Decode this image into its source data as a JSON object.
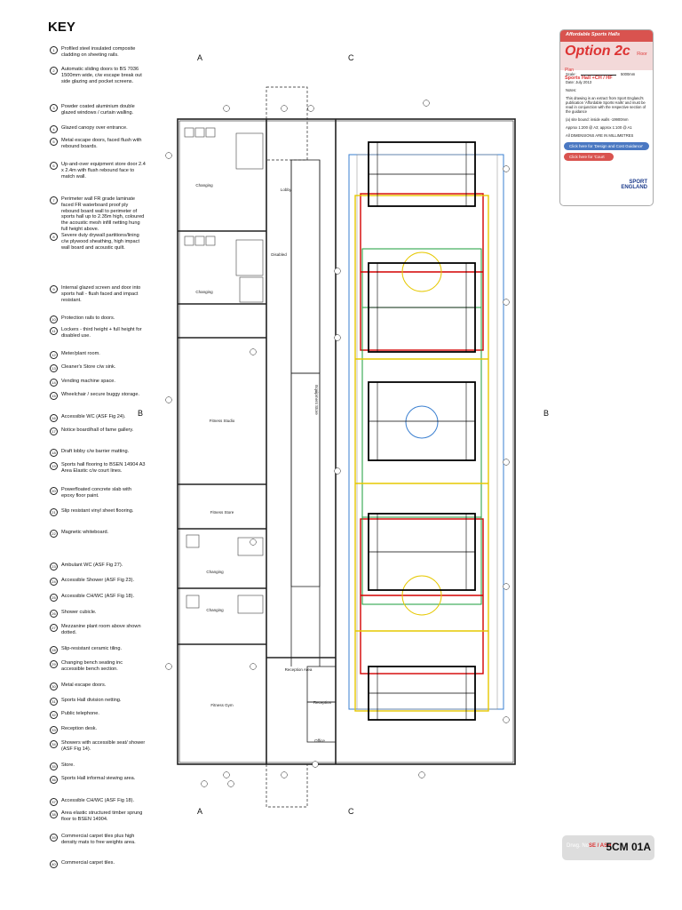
{
  "key": {
    "title": "KEY",
    "items": [
      {
        "n": "1",
        "text": "Profiled steel insulated composite cladding on sheeting rails."
      },
      {
        "n": "2",
        "text": "Automatic sliding doors to BS 7036 1500mm wide, c/w escape break out side glazing and pocket screens."
      },
      {
        "n": "3",
        "text": "Powder coated aluminium double glazed windows / curtain walling."
      },
      {
        "n": "4",
        "text": "Glazed canopy over entrance."
      },
      {
        "n": "5",
        "text": "Metal escape doors, faced flush with rebound boards."
      },
      {
        "n": "6",
        "text": "Up-and-over equipment store door 2.4 x 2.4m with flush rebound face to match wall."
      },
      {
        "n": "7",
        "text": "Perimeter wall FR grade laminate faced FR waterboard proof ply rebound board wall to perimeter of sports hall up to 2.35m high, coloured the acoustic mesh infill netting hung full height above."
      },
      {
        "n": "8",
        "text": "Severe duty drywall partitions/lining c/w plywood sheathing, high impact wall board and acoustic quilt."
      },
      {
        "n": "9",
        "text": "Internal glazed screen and door into sports hall - flush faced and impact resistant."
      },
      {
        "n": "10",
        "text": "Protection rails to doors."
      },
      {
        "n": "11",
        "text": "Lockers - third height + full height for disabled use."
      },
      {
        "n": "12",
        "text": "Meter/plant room."
      },
      {
        "n": "13",
        "text": "Cleaner's Store c/w sink."
      },
      {
        "n": "14",
        "text": "Vending machine space."
      },
      {
        "n": "15",
        "text": "Wheelchair / secure buggy storage."
      },
      {
        "n": "16",
        "text": "Accessible WC (ASF Fig 24)."
      },
      {
        "n": "17",
        "text": "Notice board/hall of fame gallery."
      },
      {
        "n": "18",
        "text": "Draft lobby c/w barrier matting."
      },
      {
        "n": "19",
        "text": "Sports hall flooring to BSEN 14904 A3 Area Elastic c/w court lines."
      },
      {
        "n": "20",
        "text": "Powerfloated concrete slab with epoxy floor paint."
      },
      {
        "n": "21",
        "text": "Slip resistant vinyl sheet flooring."
      },
      {
        "n": "22",
        "text": "Magnetic whiteboard."
      },
      {
        "n": "23",
        "text": "Ambulant WC (ASF Fig 27)."
      },
      {
        "n": "24",
        "text": "Accessible Shower (ASF Fig 23)."
      },
      {
        "n": "25",
        "text": "Accessible CH/WC (ASF Fig 18)."
      },
      {
        "n": "26",
        "text": "Shower cubicle."
      },
      {
        "n": "27",
        "text": "Mezzanine plant room above shown dotted."
      },
      {
        "n": "28",
        "text": "Slip-resistant ceramic tiling."
      },
      {
        "n": "29",
        "text": "Changing bench seating inc accessible bench section."
      },
      {
        "n": "30",
        "text": "Metal escape doors."
      },
      {
        "n": "31",
        "text": "Sports Hall division netting."
      },
      {
        "n": "32",
        "text": "Public telephone."
      },
      {
        "n": "33",
        "text": "Reception desk."
      },
      {
        "n": "34",
        "text": "Showers with accessible seat/ shower (ASF Fig 14)."
      },
      {
        "n": "35",
        "text": "Store."
      },
      {
        "n": "36",
        "text": "Sports Hall informal viewing area."
      },
      {
        "n": "37",
        "text": "Accessible CH/WC (ASF Fig 18)."
      },
      {
        "n": "38",
        "text": "Area elastic structured timber sprung floor to BSEN 14904."
      },
      {
        "n": "39",
        "text": "Commercial carpet tiles plus high density mats to free weights area."
      },
      {
        "n": "40",
        "text": "Commercial carpet tiles."
      }
    ]
  },
  "plan": {
    "rooms": {
      "changing_top": "Changing",
      "changing_mid": "Changing",
      "fitness_studio": "Fitness Studio",
      "fitness_store": "Fitness Store",
      "changing_a": "Changing",
      "changing_b": "Changing",
      "fitness_gym": "Fitness Gym",
      "reception_area": "Reception Area",
      "reception": "Reception",
      "office": "Office",
      "equipment_store": "Equipment Store",
      "lobby": "Lobby",
      "disabled": "Disabled"
    },
    "sections": {
      "a_top": "A",
      "a_bottom": "A",
      "c_top": "C",
      "c_bottom": "C",
      "b_left": "B",
      "b_right": "B"
    },
    "court_colors": {
      "badminton": "#000000",
      "basketball": "#d40000",
      "volleyball": "#e6c800",
      "netball": "#1a9e3a",
      "five_a_side": "#3a7fd0",
      "outline": "#888888"
    }
  },
  "title_block": {
    "banner": "Affordable Sports Halls",
    "option": "Option 2c",
    "floor_plan": "Floor Plan",
    "subtitle": "Sports Hall +CH / HF",
    "scale_label": "Scale:",
    "scale_value": "5000mm",
    "date": "Date:  July 2013",
    "notes_label": "Notes:",
    "notes": "This drawing is an extract from Sport England's publication 'Affordable Sports Halls' and must be read in conjunction with the respective section of the guidance",
    "fig1": "(a) site bound: inside walls ‑19900mm",
    "fig2": "Approx 1:200 @ A3; approx 1:100 @ A1",
    "fig3": "All DIMENSIONS ARE IN MILLIMETRES",
    "link1": "Click here for 'Design and Cost Guidance'",
    "link2": "Click here for 'Court Guide'",
    "logo_line1": "SPORT",
    "logo_line2": "ENGLAND"
  },
  "drawing_no": {
    "label": "Drwg. No.",
    "code": "SE / ASH /",
    "number": "5CM 01A"
  }
}
